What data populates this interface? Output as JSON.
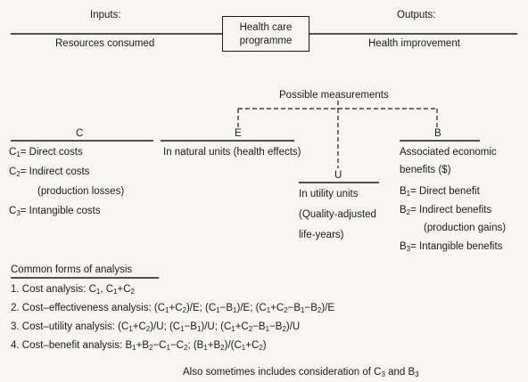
{
  "header": {
    "inputs_label": "Inputs:",
    "inputs_sub": "Resources consumed",
    "programme_line1": "Health care",
    "programme_line2": "programme",
    "outputs_label": "Outputs:",
    "outputs_sub": "Health improvement"
  },
  "measurements": {
    "title": "Possible measurements"
  },
  "costs": {
    "letter": "C",
    "c1": "= Direct costs",
    "c2": "= Indirect costs",
    "c2_cont": "(production losses)",
    "c3": "= Intangible costs"
  },
  "effects": {
    "letter": "E",
    "label": "In natural units (health effects)"
  },
  "utility": {
    "letter": "U",
    "line1": "In utility units",
    "line2": "(Quality-adjusted",
    "line3": "life-years)"
  },
  "benefits": {
    "letter": "B",
    "line1": "Associated economic",
    "line2": "benefits ($)",
    "b1": "= Direct benefit",
    "b2": "= Indirect benefits",
    "b2_cont": "(production gains)",
    "b3": "= Intangible benefits"
  },
  "analysis": {
    "title": "Common forms of analysis",
    "item1_prefix": "1. Cost analysis:",
    "item2_prefix": "2. Cost–effectiveness analysis:",
    "item3_prefix": "3. Cost–utility analysis:",
    "item4_prefix": "4. Cost–benefit analysis:"
  },
  "footer": {
    "note": "Also sometimes includes consideration of"
  }
}
